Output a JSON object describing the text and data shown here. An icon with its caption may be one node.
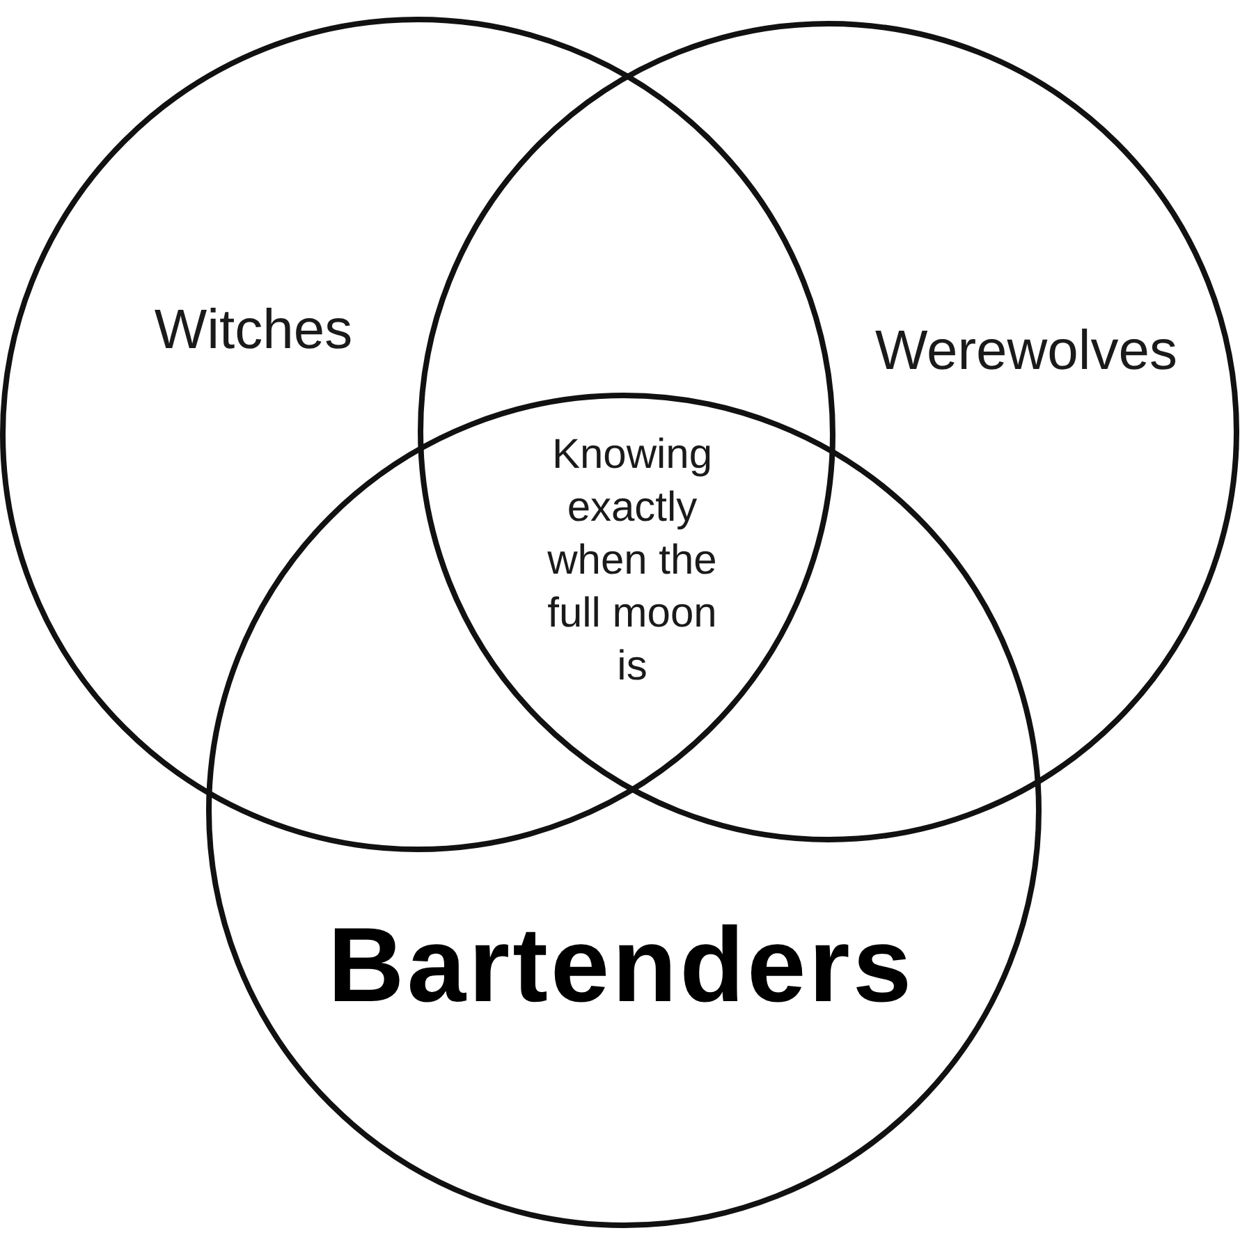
{
  "diagram": {
    "nodes": [
      {
        "text": [
          "Witches"
        ]
      },
      {
        "text": [
          "Werewolves"
        ]
      },
      {
        "text": [
          "Bartenders"
        ]
      }
    ],
    "labels": [
      "Knowing exactly when the full moon is"
    ]
  }
}
